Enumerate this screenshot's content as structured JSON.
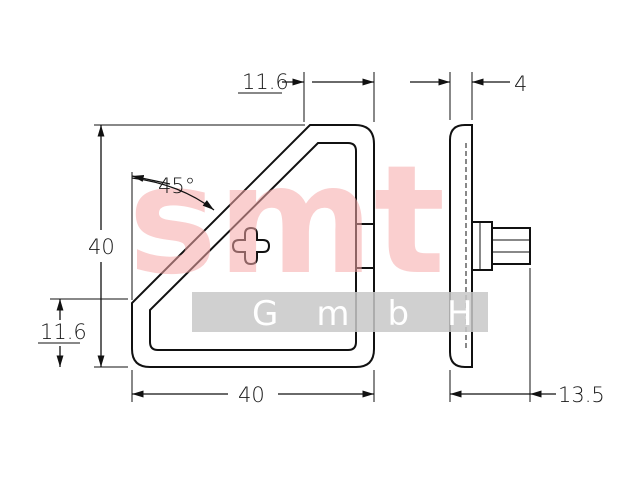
{
  "watermark": {
    "brand": "smt",
    "sub": "GmbH",
    "brand_color": "#f6a7a7",
    "band_color": "#c8c8c8"
  },
  "dimensions": {
    "top_offset": "11.6",
    "thickness": "4",
    "height": "40",
    "angle": "45°",
    "bottom_offset": "11.6",
    "width": "40",
    "depth": "13.5"
  }
}
